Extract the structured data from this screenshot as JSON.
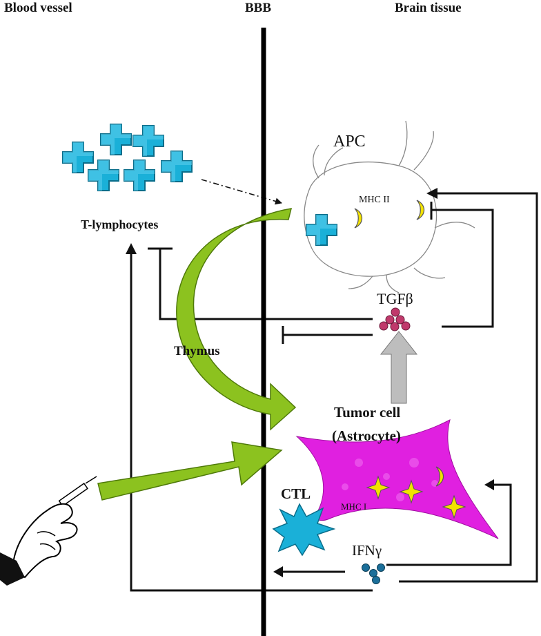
{
  "headers": {
    "left": "Blood vessel",
    "center": "BBB",
    "right": "Brain tissue"
  },
  "labels": {
    "t_lymphocytes": "T-lymphocytes",
    "apc": "APC",
    "mhc2": "MHC II",
    "tgfb": "TGFβ",
    "thymus": "Thymus",
    "tumor_line1": "Tumor cell",
    "tumor_line2": "(Astrocyte)",
    "ctl": "CTL",
    "mhc1": "MHC I",
    "ifng": "IFNγ"
  },
  "colors": {
    "lymphocyte": "#1ab0d8",
    "lymphocyte_dark": "#0a6d8a",
    "arrow_green": "#8cc21f",
    "arrow_green_dark": "#4f7a0a",
    "tumor": "#e020e0",
    "tgfb": "#c0396b",
    "ifng": "#1b6f9a",
    "mhc": "#f2e200",
    "gray_arrow": "#bdbdbd"
  },
  "icons": {
    "hand": "hand-with-syringe-icon"
  }
}
